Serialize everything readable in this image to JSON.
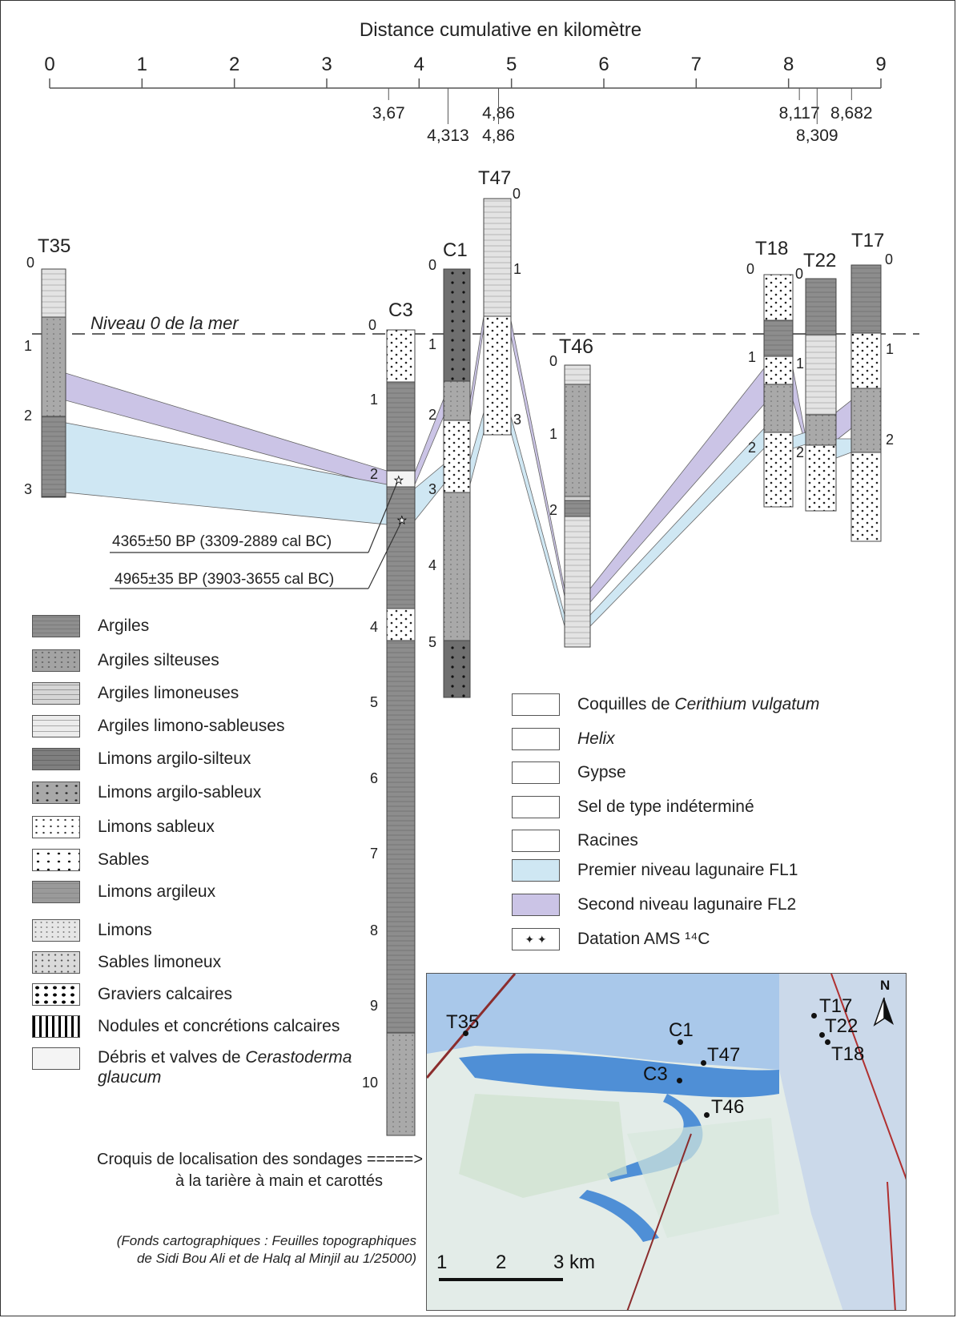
{
  "axis": {
    "title": "Distance cumulative en kilomètre",
    "ticks": [
      "0",
      "1",
      "2",
      "3",
      "4",
      "5",
      "6",
      "7",
      "8",
      "9"
    ],
    "sub_ticks": [
      "3,67",
      "4,313",
      "4,86",
      "4,86",
      "8,117",
      "8,309",
      "8,682"
    ]
  },
  "sea_level_label": "Niveau 0 de la mer",
  "cores": [
    {
      "id": "T35",
      "depth_labels": [
        "0",
        "1",
        "2",
        "3"
      ]
    },
    {
      "id": "C3",
      "depth_labels": [
        "0",
        "1",
        "2",
        "4",
        "5",
        "6",
        "7",
        "8",
        "9",
        "10"
      ]
    },
    {
      "id": "C1",
      "depth_labels": [
        "0",
        "1",
        "2",
        "3",
        "4",
        "5"
      ]
    },
    {
      "id": "T47",
      "depth_labels": [
        "0",
        "1",
        "3"
      ]
    },
    {
      "id": "T46",
      "depth_labels": [
        "0",
        "1",
        "2"
      ]
    },
    {
      "id": "T18",
      "depth_labels": [
        "0",
        "1",
        "2"
      ]
    },
    {
      "id": "T22",
      "depth_labels": [
        "0",
        "1",
        "2"
      ]
    },
    {
      "id": "T17",
      "depth_labels": [
        "0",
        "1",
        "2"
      ]
    }
  ],
  "datings": [
    {
      "label": "4365±50 BP (3309-2889 cal BC)"
    },
    {
      "label": "4965±35 BP (3903-3655 cal BC)"
    }
  ],
  "legend_left": [
    {
      "key": "argiles",
      "label": "Argiles"
    },
    {
      "key": "argsilt",
      "label": "Argiles silteuses"
    },
    {
      "key": "arglim",
      "label": "Argiles limoneuses"
    },
    {
      "key": "arglimsab",
      "label": "Argiles limono-sableuses"
    },
    {
      "key": "limargsilt",
      "label": "Limons argilo-silteux"
    },
    {
      "key": "limargsab",
      "label": "Limons argilo-sableux"
    },
    {
      "key": "limsab",
      "label": "Limons sableux"
    },
    {
      "key": "sables",
      "label": "Sables"
    },
    {
      "key": "limarg",
      "label": "Limons argileux"
    },
    {
      "key": "limons",
      "label": "Limons"
    },
    {
      "key": "sablim",
      "label": "Sables limoneux"
    },
    {
      "key": "grav",
      "label": "Graviers calcaires"
    },
    {
      "key": "nod",
      "label": "Nodules et concrétions calcaires"
    },
    {
      "key": "deb",
      "label_a": "Débris et valves de ",
      "label_b": "Cerastoderma",
      "label_c": "glaucum"
    }
  ],
  "legend_right": {
    "cerithium_a": "Coquilles  de ",
    "cerithium_b": "Cerithium vulgatum",
    "helix": "Helix",
    "gypse": "Gypse",
    "sel": "Sel de type indéterminé",
    "racines": "Racines",
    "fl1": "Premier niveau lagunaire FL1",
    "fl2": "Second niveau lagunaire FL2",
    "ams": "Datation AMS ¹⁴C"
  },
  "colors": {
    "fl1": "#cfe7f3",
    "fl2": "#cbc4e6",
    "water": "#4f8fd6",
    "land": "#dfe9ef"
  },
  "map": {
    "stations": [
      "T35",
      "C1",
      "T47",
      "C3",
      "T46",
      "T17",
      "T22",
      "T18"
    ],
    "scale": [
      "1",
      "2",
      "3 km"
    ],
    "north": "N"
  },
  "caption": {
    "line1": "Croquis de localisation des sondages =====>",
    "line2": "à la tarière à main et carottés"
  },
  "source": {
    "line1": "(Fonds cartographiques : Feuilles topographiques",
    "line2": "de Sidi Bou Ali et de Halq al Minjil au 1/25000)"
  }
}
